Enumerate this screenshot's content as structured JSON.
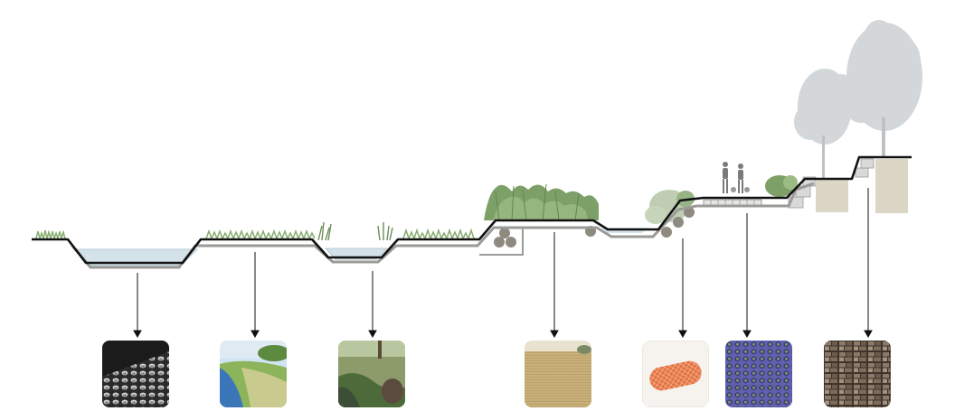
{
  "diagram": {
    "type": "riverbank-cross-section",
    "colors": {
      "ground_line": "#111111",
      "under_band": "#9a9a96",
      "water": "#d4e3ea",
      "water_edge": "#b8c9d1",
      "reed": "#6a8f5a",
      "grass": "#86ad6e",
      "tree": "#c9ced1",
      "stone": "#8f8a80",
      "planter": "#dcd6c6",
      "arrow": "#111111"
    },
    "material_photos": [
      {
        "id": "geocell-mat",
        "icon": "geocell-mat-icon",
        "colors": [
          "#1b1b1b",
          "#d6d6d6",
          "#8a8a8a"
        ]
      },
      {
        "id": "turf-reinforcement",
        "icon": "turf-mat-icon",
        "colors": [
          "#3a76b8",
          "#8cb45a",
          "#d8cf9a"
        ]
      },
      {
        "id": "gabion-stream",
        "icon": "stream-bank-icon",
        "colors": [
          "#4d6b3a",
          "#8d9a6a",
          "#3c4f36"
        ]
      },
      {
        "id": "erosion-blanket",
        "icon": "straw-blanket-icon",
        "colors": [
          "#c7b07a",
          "#b19a62",
          "#e9e2cf"
        ]
      },
      {
        "id": "coir-log",
        "icon": "coir-log-icon",
        "colors": [
          "#e77a4e",
          "#c9532c",
          "#f6f3ee"
        ]
      },
      {
        "id": "permeable-paver",
        "icon": "grass-paver-icon",
        "colors": [
          "#5b5aa8",
          "#8b8bd0",
          "#7d9b55"
        ]
      },
      {
        "id": "gabion-wall",
        "icon": "gabion-stone-icon",
        "colors": [
          "#6a5848",
          "#9a8878",
          "#4a3e34"
        ]
      }
    ]
  }
}
